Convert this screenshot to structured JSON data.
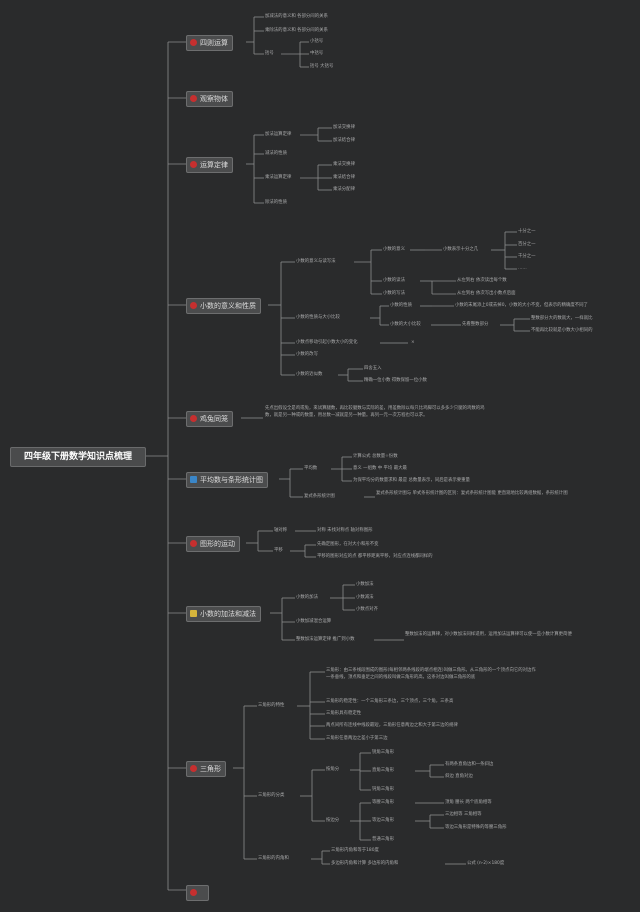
{
  "root": "四年级下册数学知识点梳理",
  "colors": {
    "background": "#2a2b2c",
    "line": "#8c8d8e",
    "topic_fill": "#4b4c4d",
    "marker_red": "#c62f2f",
    "marker_blue": "#3a86c8",
    "marker_yellow": "#d6b53c"
  },
  "topics": [
    {
      "label": "四则运算",
      "marker": "red",
      "marker_icon": "red-dot-icon"
    },
    {
      "label": "观察物体",
      "marker": "red",
      "marker_icon": "red-dot-icon"
    },
    {
      "label": "运算定律",
      "marker": "red",
      "marker_icon": "red-dot-icon"
    },
    {
      "label": "小数的意义和性质",
      "marker": "red",
      "marker_icon": "red-dot-icon"
    },
    {
      "label": "鸡兔同笼",
      "marker": "red",
      "marker_icon": "red-dot-icon"
    },
    {
      "label": "平均数与条形统计图",
      "marker": "blue",
      "marker_icon": "blue-square-icon"
    },
    {
      "label": "图形的运动",
      "marker": "red",
      "marker_icon": "red-dot-icon"
    },
    {
      "label": "小数的加法和减法",
      "marker": "yellow",
      "marker_icon": "yellow-face-icon"
    },
    {
      "label": "三角形",
      "marker": "red",
      "marker_icon": "red-dot-icon"
    },
    {
      "label": "",
      "marker": "red",
      "marker_icon": "red-dot-icon"
    }
  ],
  "sub": {
    "sz1": "加减法的意义和 各部分间的关系",
    "sz2": "乘除法的意义和 各部分间的关系",
    "sz3": "括号",
    "sz3a": "小括号",
    "sz3b": "中括号",
    "sz3c": "括号 大括号",
    "yd1": "加法运算定律",
    "yd1a": "加法交换律",
    "yd1b": "加法结合律",
    "yd2": "减法的性质",
    "yd3": "乘法运算定律",
    "yd3a": "乘法交换律",
    "yd3b": "乘法结合律",
    "yd3c": "乘法分配律",
    "yd4": "除法的性质",
    "xs1": "小数的意义与读写法",
    "xs1a": "小数的意义",
    "xs1a1": "小数表示十分之几",
    "xs1a1a": "十分之一",
    "xs1a1b": "百分之一",
    "xs1a1c": "千分之一",
    "xs1a1d": "……",
    "xs1b": "小数的读法",
    "xs1b1": "从左到右 依次读出每个数",
    "xs1c": "小数的写法",
    "xs1c1": "从左到右 依次写出小数点后面",
    "xs2": "小数的性质与大小比较",
    "xs2a": "小数的性质",
    "xs2a1": "小数的末尾添上0或去掉0，小数的大小不变，但表示的精确度不同了",
    "xs2b": "小数的大小比较",
    "xs2b1": "先看整数部分",
    "xs2b1a": "整数部分大的数就大，一样就比",
    "xs2b1b": "不能再比较就是小数大小相同的",
    "xs3": "小数点移动引起小数大小的变化",
    "xs3a": "×",
    "xs4": "小数的改写",
    "xs5": "小数的近似数",
    "xs5a": "四舍五入",
    "xs5b": "精确一位小数 得数保留一位小数",
    "jt": "先点出假设全是鸡或兔，来试算腿数，再比较腿数与实际的差，用差数除以每只比鸡脚可以多多少只腿的鸡数的鸡数，就是另一种或的数量，用总数一减就是另一种量。再列一元一次方程也可以求。",
    "pj1": "平均数",
    "pj1a": "计算公式 总数量÷份数",
    "pj1b": "意义 一组数 中 平均 最大最",
    "pj1c": "为保平均分的数量求和 最是 总数量表示，同后是表示要重量",
    "pj2": "复式条形统计图",
    "pj2a": "复式条形统计图与 单式条形统计图的区别：复式条形统计图能 更直观地比较两组数据，条形统计图",
    "tx1": "轴对称",
    "tx1a": "对称 未找对称点 轴对称图形",
    "tx2": "平移",
    "tx2a": "先确定图形，在对大小和形不变",
    "tx2b": "平移的图形对应的点 都平移距离平移，对应点连线都同样的",
    "jj1": "小数的加法",
    "jj1a": "小数加法",
    "jj1b": "小数减法",
    "jj1c": "小数点对齐",
    "jj2": "小数加减混合运算",
    "jj3": "整数加法运算定律 推广到小数",
    "jj3a": "整数加法的运算律，对小数加法同样适用，运用加法运算律可以使一些小数计算更简便",
    "sj1": "三角形的特性",
    "sj1a": "三角形：由三条线段围成的图形(每相邻两条线段的端点相连)叫做三角形。从三角形的一个顶点向它的对边作一条垂线，顶点和垂足之间的线段叫做三角形的高，这条对边叫做三角形的底",
    "sj1b": "三角形的稳定性：一个三角形三条边，三个顶点，三个角，三条高",
    "sj1c": "三角形具有稳定性",
    "sj1d": "两点间所有连线中线段最短，三角形任意两边之和大于第三边的规律",
    "sj1e": "三角形任意两边之差小于第三边",
    "sj2": "三角形的分类",
    "sj2a": "按角分",
    "sj2a1": "锐角三角形",
    "sj2a2": "直角三角形",
    "sj2a2a": "有两条直角边和一条斜边",
    "sj2a2b": "斜边 直角对边",
    "sj2a3": "钝角三角形",
    "sj2b": "按边分",
    "sj2b1": "等腰三角形",
    "sj2b1a": "顶角 腰长 两个底角相等",
    "sj2b2": "等边三角形",
    "sj2b2a": "三边相等 三角相等",
    "sj2b2b": "等边三角形是特殊的等腰三角形",
    "sj2b3": "普通三角形",
    "sj3": "三角形的内角和",
    "sj3a": "三角形内角和等于180度",
    "sj3b": "多边形内角和计算 多边形的内角和",
    "sj3c": "公式 (n-2)×180度"
  }
}
